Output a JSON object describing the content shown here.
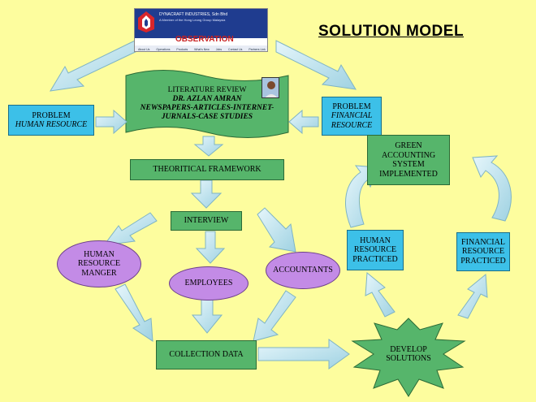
{
  "title": "SOLUTION MODEL",
  "logo": {
    "company": "DYNACRAFT INDUSTRIES, Sdn Bhd",
    "tagline": "A Member of the Hong Leong Group Malaysia",
    "observation": "OBSERVATION",
    "nav": [
      "About Us",
      "Operations",
      "Products",
      "What's New",
      "Jobs",
      "Contact Us",
      "Partners Link"
    ]
  },
  "nodes": {
    "literature_review": {
      "line1": "LITERATURE REVIEW",
      "line2": "DR. AZLAN AMRAN",
      "line3": "NEWSPAPERS-ARTICLES-INTERNET-",
      "line4": "JURNALS-CASE STUDIES"
    },
    "problem_hr": {
      "line1": "PROBLEM",
      "line2": "HUMAN RESOURCE"
    },
    "problem_financial": {
      "line1": "PROBLEM",
      "line2": "FINANCIAL",
      "line3": "RESOURCE"
    },
    "theoretical_framework": "THEORITICAL FRAMEWORK",
    "interview": "INTERVIEW",
    "hr_manager": {
      "line1": "HUMAN",
      "line2": "RESOURCE",
      "line3": "MANGER"
    },
    "employees": "EMPLOYEES",
    "accountants": "ACCOUNTANTS",
    "collection_data": "COLLECTION DATA",
    "develop_solutions": {
      "line1": "DEVELOP",
      "line2": "SOLUTIONS"
    },
    "green_accounting": {
      "line1": "GREEN ACCOUNTING",
      "line2": "SYSTEM",
      "line3": "IMPLEMENTED"
    },
    "hr_practiced": {
      "line1": "HUMAN",
      "line2": "RESOURCE",
      "line3": "PRACTICED"
    },
    "financial_practiced": {
      "line1": "FINANCIAL",
      "line2": "RESOURCE",
      "line3": "PRACTICED"
    }
  },
  "colors": {
    "background": "#fdfd9e",
    "box_blue": "#3cc0e8",
    "box_green": "#56b56b",
    "ellipse_purple": "#c38be6",
    "arrow_fill": "#bfe3ee"
  }
}
